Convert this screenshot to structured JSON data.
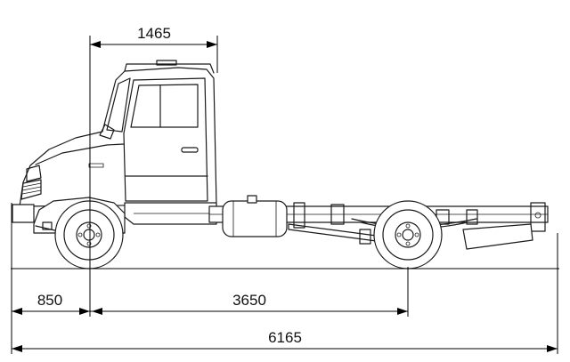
{
  "dimensions": {
    "cab_length": "1465",
    "front_overhang": "850",
    "wheelbase": "3650",
    "overall_length": "6165"
  },
  "colors": {
    "line": "#1a1a1a",
    "background": "#ffffff"
  }
}
